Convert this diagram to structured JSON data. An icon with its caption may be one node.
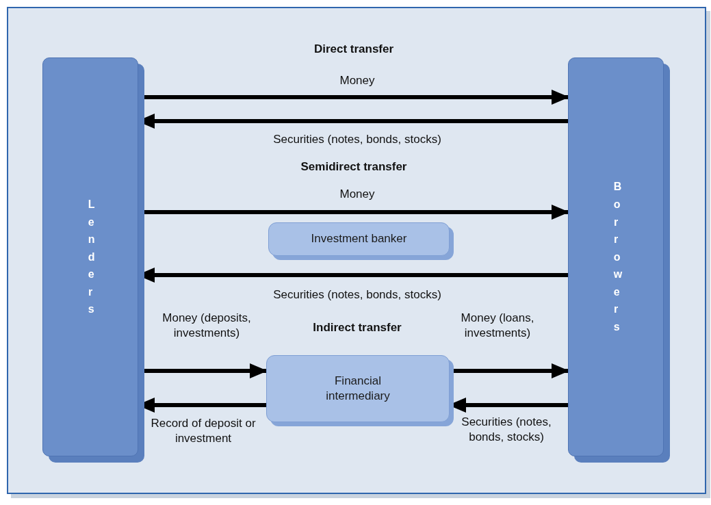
{
  "diagram": {
    "nodes": [
      {
        "text": [
          "Lenders"
        ]
      },
      {
        "text": [
          "Borrowers"
        ]
      },
      {
        "text": [
          "Investment banker"
        ]
      },
      {
        "text": [
          "Financial intermediary"
        ]
      }
    ],
    "edges": [
      {
        "from": 0,
        "to": 1,
        "arrow": "to",
        "label": "Money"
      },
      {
        "from": 1,
        "to": 0,
        "arrow": "to",
        "label": "Securities (notes, bonds, stocks)"
      },
      {
        "from": 0,
        "to": 1,
        "arrow": "to",
        "label": "Money"
      },
      {
        "from": 1,
        "to": 0,
        "arrow": "to",
        "label": "Securities (notes, bonds, stocks)"
      },
      {
        "from": 0,
        "to": 3,
        "arrow": "to",
        "label": "Money (deposits, investments)"
      },
      {
        "from": 3,
        "to": 0,
        "arrow": "to",
        "label": "Record of deposit or investment"
      },
      {
        "from": 3,
        "to": 1,
        "arrow": "to",
        "label": "Money (loans, investments)"
      },
      {
        "from": 1,
        "to": 3,
        "arrow": "to",
        "label": "Securities (notes, bonds, stocks)"
      }
    ],
    "labels": [
      "Direct transfer",
      "Semidirect transfer",
      "Indirect transfer"
    ]
  }
}
